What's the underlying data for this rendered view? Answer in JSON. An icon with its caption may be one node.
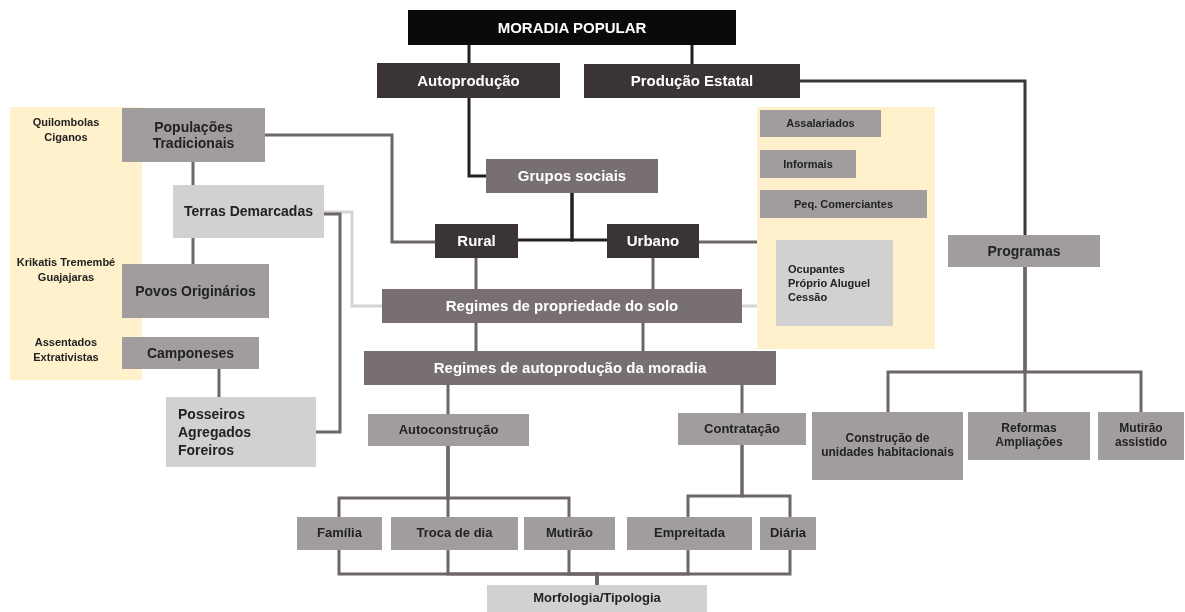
{
  "diagram": {
    "nodes": [
      {
        "text": [
          "MORADIA POPULAR"
        ]
      },
      {
        "text": [
          "Autoprodução"
        ]
      },
      {
        "text": [
          "Produção Estatal"
        ]
      },
      {
        "text": [
          "Quilombolas Ciganos",
          "Krikatis Tremembé Guajajaras",
          "Assentados Extrativistas"
        ]
      },
      {
        "text": [
          "Populações Tradicionais"
        ]
      },
      {
        "text": [
          "Terras Demarcadas"
        ]
      },
      {
        "text": [
          "Povos Originários"
        ]
      },
      {
        "text": [
          "Camponeses"
        ]
      },
      {
        "text": [
          "Posseiros Agregados Foreiros"
        ]
      },
      {
        "text": [
          "Grupos sociais"
        ]
      },
      {
        "text": [
          "Rural"
        ]
      },
      {
        "text": [
          "Urbano"
        ]
      },
      {
        "text": [],
        "shape": "box"
      },
      {
        "text": [
          "Assalariados"
        ],
        "in": 12
      },
      {
        "text": [
          "Informais"
        ],
        "in": 12
      },
      {
        "text": [
          "Peq. Comerciantes"
        ],
        "in": 12
      },
      {
        "text": [
          "Ocupantes Próprio Aluguel Cessão"
        ],
        "in": 12
      },
      {
        "text": [
          "Regimes de propriedade do solo"
        ]
      },
      {
        "text": [
          "Regimes de autoprodução da moradia"
        ]
      },
      {
        "text": [
          "Programas"
        ]
      },
      {
        "text": [
          "Autoconstrução"
        ]
      },
      {
        "text": [
          "Contratação"
        ]
      },
      {
        "text": [
          "Construção de unidades habitacionais"
        ]
      },
      {
        "text": [
          "Reformas Ampliações"
        ]
      },
      {
        "text": [
          "Mutirão assistido"
        ]
      },
      {
        "text": [
          "Família"
        ]
      },
      {
        "text": [
          "Troca de dia"
        ]
      },
      {
        "text": [
          "Mutirão"
        ]
      },
      {
        "text": [
          "Empreitada"
        ]
      },
      {
        "text": [
          "Diária"
        ]
      },
      {
        "text": [
          "Morfologia/Tipologia"
        ]
      }
    ],
    "edges": [
      {
        "from": 0,
        "to": 1,
        "arrow": "none",
        "color": "#231f1f"
      },
      {
        "from": 0,
        "to": 2,
        "arrow": "none",
        "color": "#231f1f"
      },
      {
        "from": 1,
        "to": 9,
        "arrow": "none",
        "color": "#231f1f"
      },
      {
        "from": 9,
        "to": 10,
        "arrow": "none",
        "color": "#231f1f"
      },
      {
        "from": 9,
        "to": 11,
        "arrow": "none",
        "color": "#231f1f"
      },
      {
        "from": 4,
        "to": 10,
        "arrow": "none"
      },
      {
        "from": 4,
        "to": 5,
        "arrow": "none"
      },
      {
        "from": 5,
        "to": 6,
        "arrow": "none"
      },
      {
        "from": 5,
        "to": 17,
        "arrow": "none",
        "color": "#d4d4d4"
      },
      {
        "from": 8,
        "to": 5,
        "arrow": "none"
      },
      {
        "from": 7,
        "to": 8,
        "arrow": "none"
      },
      {
        "from": 10,
        "to": 17,
        "arrow": "none"
      },
      {
        "from": 11,
        "to": 17,
        "arrow": "none"
      },
      {
        "from": 11,
        "to": 12,
        "arrow": "none"
      },
      {
        "from": 17,
        "to": 16,
        "arrow": "none",
        "color": "#d4d4d4"
      },
      {
        "from": 2,
        "to": 19,
        "arrow": "none",
        "color": "#3d3636"
      },
      {
        "from": 17,
        "to": 18,
        "arrow": "none"
      },
      {
        "from": 17,
        "to": 18,
        "arrow": "none"
      },
      {
        "from": 18,
        "to": 20,
        "arrow": "none"
      },
      {
        "from": 18,
        "to": 21,
        "arrow": "none"
      },
      {
        "from": 19,
        "to": 22,
        "arrow": "none"
      },
      {
        "from": 19,
        "to": 23,
        "arrow": "none"
      },
      {
        "from": 19,
        "to": 24,
        "arrow": "none"
      },
      {
        "from": 20,
        "to": 25,
        "arrow": "none"
      },
      {
        "from": 20,
        "to": 26,
        "arrow": "none"
      },
      {
        "from": 20,
        "to": 27,
        "arrow": "none"
      },
      {
        "from": 21,
        "to": 28,
        "arrow": "none"
      },
      {
        "from": 21,
        "to": 29,
        "arrow": "none"
      },
      {
        "from": 25,
        "to": 30,
        "arrow": "none"
      },
      {
        "from": 26,
        "to": 30,
        "arrow": "none"
      },
      {
        "from": 27,
        "to": 30,
        "arrow": "none"
      },
      {
        "from": 28,
        "to": 30,
        "arrow": "none"
      },
      {
        "from": 29,
        "to": 30,
        "arrow": "none"
      }
    ]
  }
}
